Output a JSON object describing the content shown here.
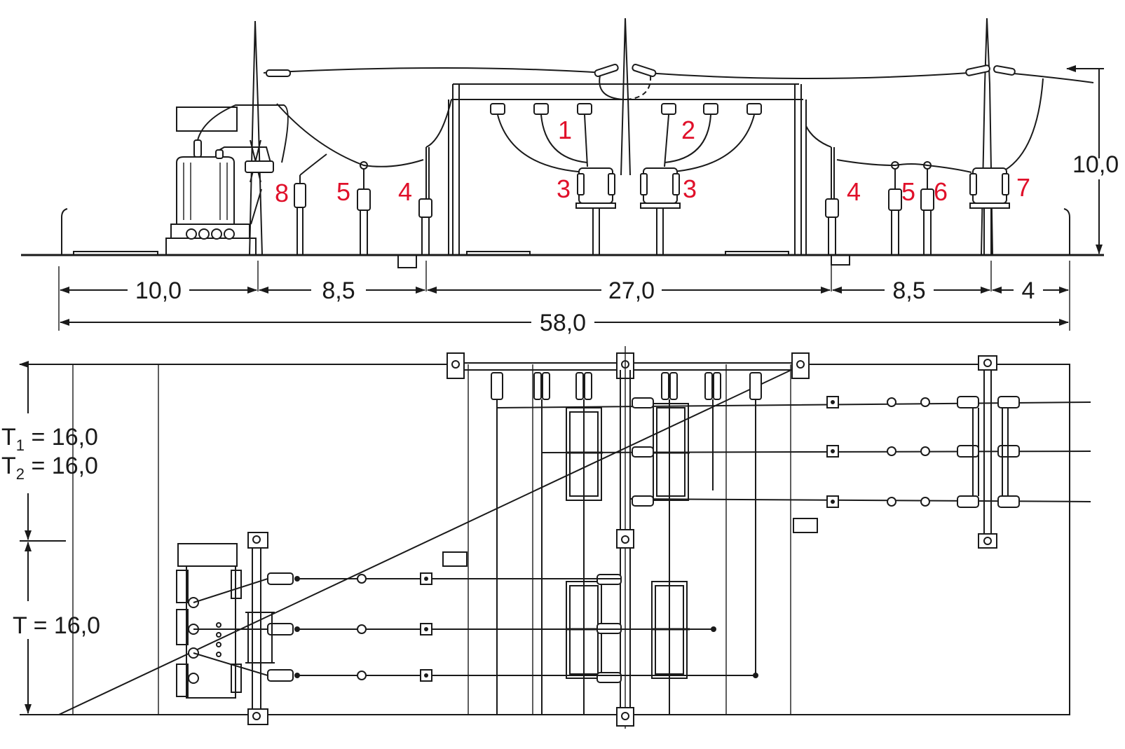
{
  "colors": {
    "line": "#1a1a1a",
    "label": "#e0102a",
    "background": "#ffffff"
  },
  "elevation": {
    "component_labels": [
      "1",
      "2",
      "3",
      "3",
      "4",
      "4",
      "5",
      "5",
      "6",
      "7",
      "8"
    ],
    "height_dimension": "10,0"
  },
  "dimensions": {
    "segments": [
      "10,0",
      "8,5",
      "27,0",
      "8,5",
      "4"
    ],
    "total": "58,0"
  },
  "plan": {
    "t1": {
      "sym": "T",
      "sub": "1",
      "value": " = 16,0"
    },
    "t2": {
      "sym": "T",
      "sub": "2",
      "value": " = 16,0"
    },
    "t": {
      "text": "T = 16,0"
    }
  }
}
